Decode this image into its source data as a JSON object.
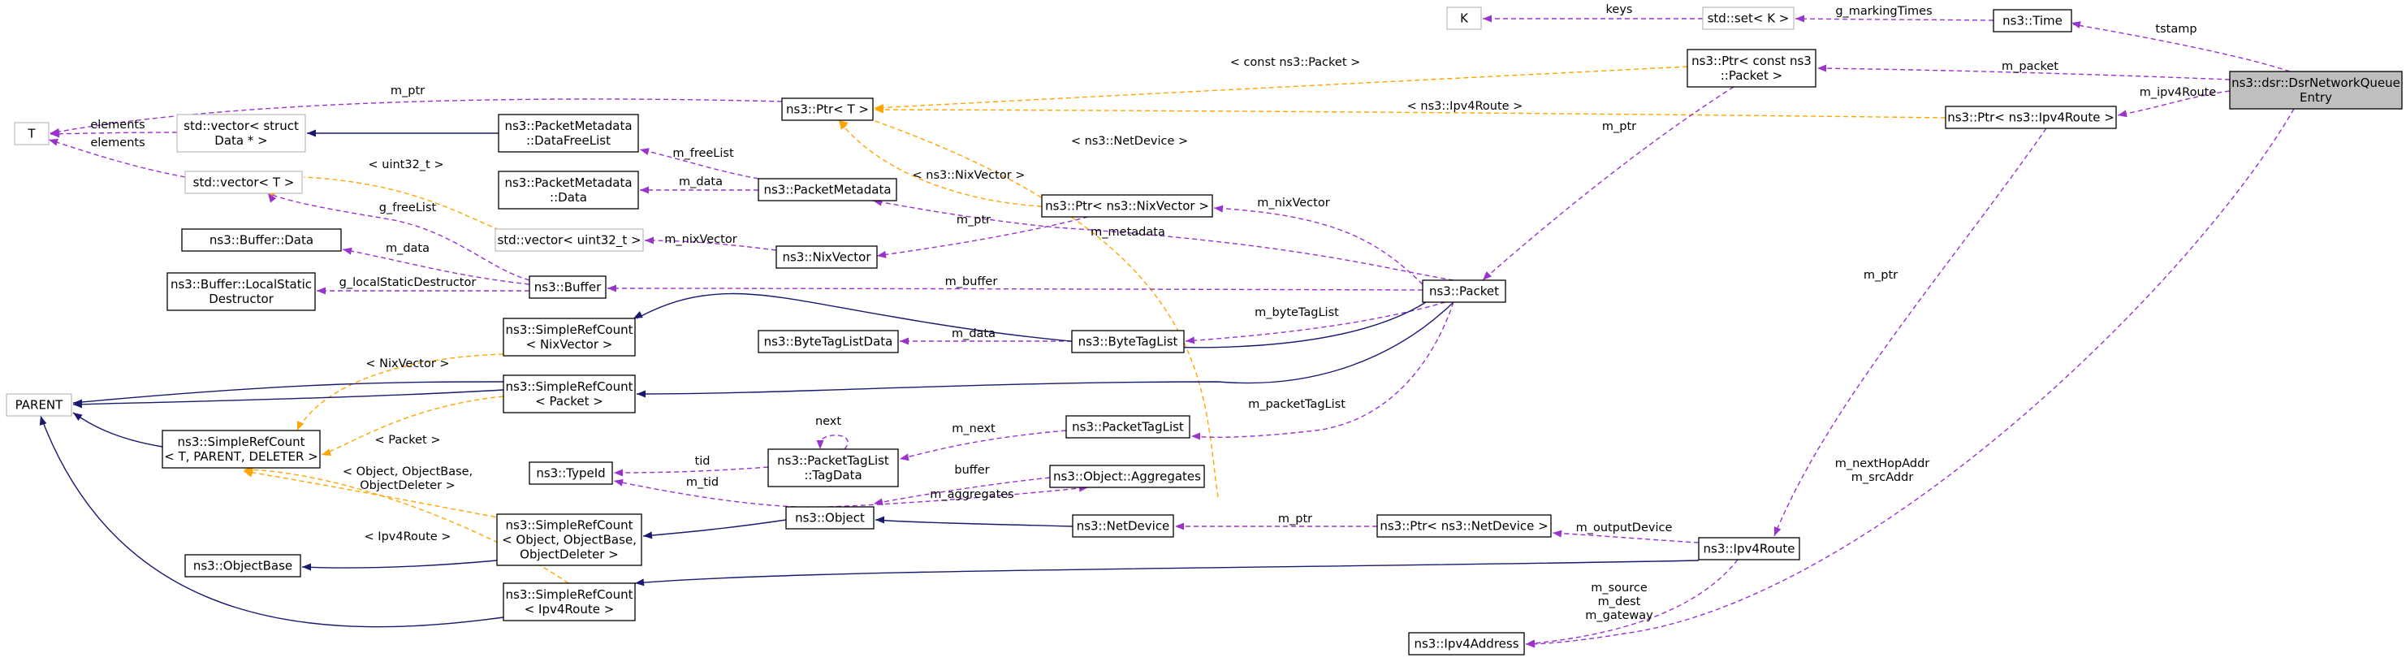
{
  "colors": {
    "usage_edge": "#9a32cd",
    "template_edge": "#ffa500",
    "inheritance_edge": "#191970",
    "root_fill": "#bfbfbf",
    "external_border": "#bfbfbf"
  },
  "nodes": {
    "dsr": [
      "ns3::dsr::DsrNetworkQueue",
      "Entry"
    ],
    "time": [
      "ns3::Time"
    ],
    "setk": [
      "std::set< K >"
    ],
    "k": [
      "K"
    ],
    "ptr_const_packet": [
      "ns3::Ptr< const ns3",
      "::Packet >"
    ],
    "ptr_ipv4route": [
      "ns3::Ptr< ns3::Ipv4Route >"
    ],
    "ptr_t": [
      "ns3::Ptr< T >"
    ],
    "t": [
      "T"
    ],
    "vec_struct_data": [
      "std::vector< struct",
      "Data * >"
    ],
    "pm_dfl": [
      "ns3::PacketMetadata",
      "::DataFreeList"
    ],
    "pm_data": [
      "ns3::PacketMetadata",
      "::Data"
    ],
    "vec_t": [
      "std::vector< T >"
    ],
    "packet_metadata": [
      "ns3::PacketMetadata"
    ],
    "ptr_nixvector": [
      "ns3::Ptr< ns3::NixVector >"
    ],
    "buffer_data": [
      "ns3::Buffer::Data"
    ],
    "vec_uint32": [
      "std::vector< uint32_t >"
    ],
    "nixvector": [
      "ns3::NixVector"
    ],
    "buffer_lsd": [
      "ns3::Buffer::LocalStatic",
      "Destructor"
    ],
    "buffer": [
      "ns3::Buffer"
    ],
    "packet": [
      "ns3::Packet"
    ],
    "src_nixvector": [
      "ns3::SimpleRefCount",
      "< NixVector >"
    ],
    "bytetaglistdata": [
      "ns3::ByteTagListData"
    ],
    "bytetaglist": [
      "ns3::ByteTagList"
    ],
    "parent": [
      "PARENT"
    ],
    "src_packet": [
      "ns3::SimpleRefCount",
      "< Packet >"
    ],
    "packettaglist": [
      "ns3::PacketTagList"
    ],
    "src_tpd": [
      "ns3::SimpleRefCount",
      "< T, PARENT, DELETER >"
    ],
    "ptl_tagdata": [
      "ns3::PacketTagList",
      "::TagData"
    ],
    "typeid": [
      "ns3::TypeId"
    ],
    "obj_aggregates": [
      "ns3::Object::Aggregates"
    ],
    "object": [
      "ns3::Object"
    ],
    "netdevice": [
      "ns3::NetDevice"
    ],
    "ptr_netdevice": [
      "ns3::Ptr< ns3::NetDevice >"
    ],
    "src_object": [
      "ns3::SimpleRefCount",
      "< Object, ObjectBase,",
      "ObjectDeleter >"
    ],
    "ipv4route": [
      "ns3::Ipv4Route"
    ],
    "objectbase": [
      "ns3::ObjectBase"
    ],
    "src_ipv4route": [
      "ns3::SimpleRefCount",
      "< Ipv4Route >"
    ],
    "ipv4address": [
      "ns3::Ipv4Address"
    ]
  },
  "labels": {
    "tstamp": [
      "tstamp"
    ],
    "g_markingTimes": [
      "g_markingTimes"
    ],
    "keys": [
      "keys"
    ],
    "m_packet": [
      "m_packet"
    ],
    "const_packet": [
      "< const ns3::Packet >"
    ],
    "m_ipv4Route": [
      "m_ipv4Route"
    ],
    "ipv4route_tpl": [
      "< ns3::Ipv4Route >"
    ],
    "m_ptr_top": [
      "m_ptr"
    ],
    "elements1": [
      "elements"
    ],
    "elements2": [
      "elements"
    ],
    "m_ptr_packet": [
      "m_ptr"
    ],
    "netdevice_tpl": [
      "< ns3::NetDevice >"
    ],
    "nixvector_tpl": [
      "< ns3::NixVector >"
    ],
    "m_freeList": [
      "m_freeList"
    ],
    "uint32_tpl": [
      "< uint32_t >"
    ],
    "m_data_pm": [
      "m_data"
    ],
    "g_freeList": [
      "g_freeList"
    ],
    "m_nixVector_top": [
      "m_nixVector"
    ],
    "m_ptr_nix": [
      "m_ptr"
    ],
    "m_metadata": [
      "m_metadata"
    ],
    "m_nixVector": [
      "m_nixVector"
    ],
    "m_data_buf": [
      "m_data"
    ],
    "m_buffer": [
      "m_buffer"
    ],
    "g_lsd": [
      "g_localStaticDestructor"
    ],
    "m_byteTagList": [
      "m_byteTagList"
    ],
    "m_data_btl": [
      "m_data"
    ],
    "m_ptr_ipv4": [
      "m_ptr"
    ],
    "nixvector_inst": [
      "< NixVector >"
    ],
    "m_packetTagList": [
      "m_packetTagList"
    ],
    "packet_inst": [
      "< Packet >"
    ],
    "next": [
      "next"
    ],
    "m_next": [
      "m_next"
    ],
    "tid": [
      "tid"
    ],
    "m_tid": [
      "m_tid"
    ],
    "buffer_lbl": [
      "buffer"
    ],
    "object_inst": [
      "< Object, ObjectBase,",
      "ObjectDeleter >"
    ],
    "m_aggregates": [
      "m_aggregates"
    ],
    "m_ptr_nd": [
      "m_ptr"
    ],
    "m_outputDevice": [
      "m_outputDevice"
    ],
    "m_nexthop": [
      "m_nextHopAddr",
      "m_srcAddr"
    ],
    "ipv4route_inst": [
      "< Ipv4Route >"
    ],
    "m_route_addrs": [
      "m_source",
      "m_dest",
      "m_gateway"
    ]
  }
}
